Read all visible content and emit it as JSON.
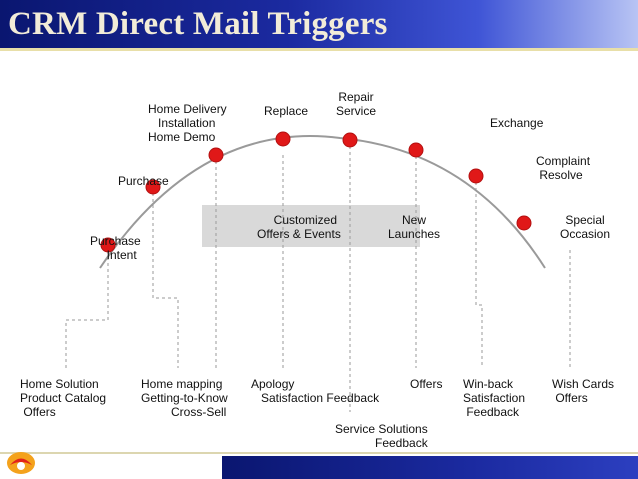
{
  "title": "CRM Direct Mail Triggers",
  "trigger_labels": {
    "purchase_intent": "Purchase\n     Intent",
    "purchase": "Purchase",
    "home_delivery": "Home Delivery\n   Installation\nHome Demo",
    "replace": "Replace",
    "repair_service": "Repair\nService",
    "exchange": "Exchange",
    "complaint_resolve": "Complaint\n Resolve",
    "special_occasion": "Special\nOccasion",
    "customized_offers": "     Customized\nOffers & Events",
    "new_launches": "New\nLaunches"
  },
  "mailer_labels": {
    "home_solution": "Home Solution\nProduct Catalog\n Offers",
    "home_mapping": "Home mapping\nGetting-to-Know\n         Cross-Sell",
    "apology": "Apology\n   Satisfaction Feedback",
    "service_solutions": "Service Solutions\n            Feedback",
    "offers": "Offers",
    "win_back": "Win-back\nSatisfaction\n Feedback",
    "wish_cards": "Wish Cards\n Offers"
  },
  "colors": {
    "title_bar": "#1b2aa0",
    "title_text": "#f2ecd8",
    "dot": "#e01818",
    "arc": "#9a9a9a",
    "highlight_box": "#d9d9d9"
  }
}
